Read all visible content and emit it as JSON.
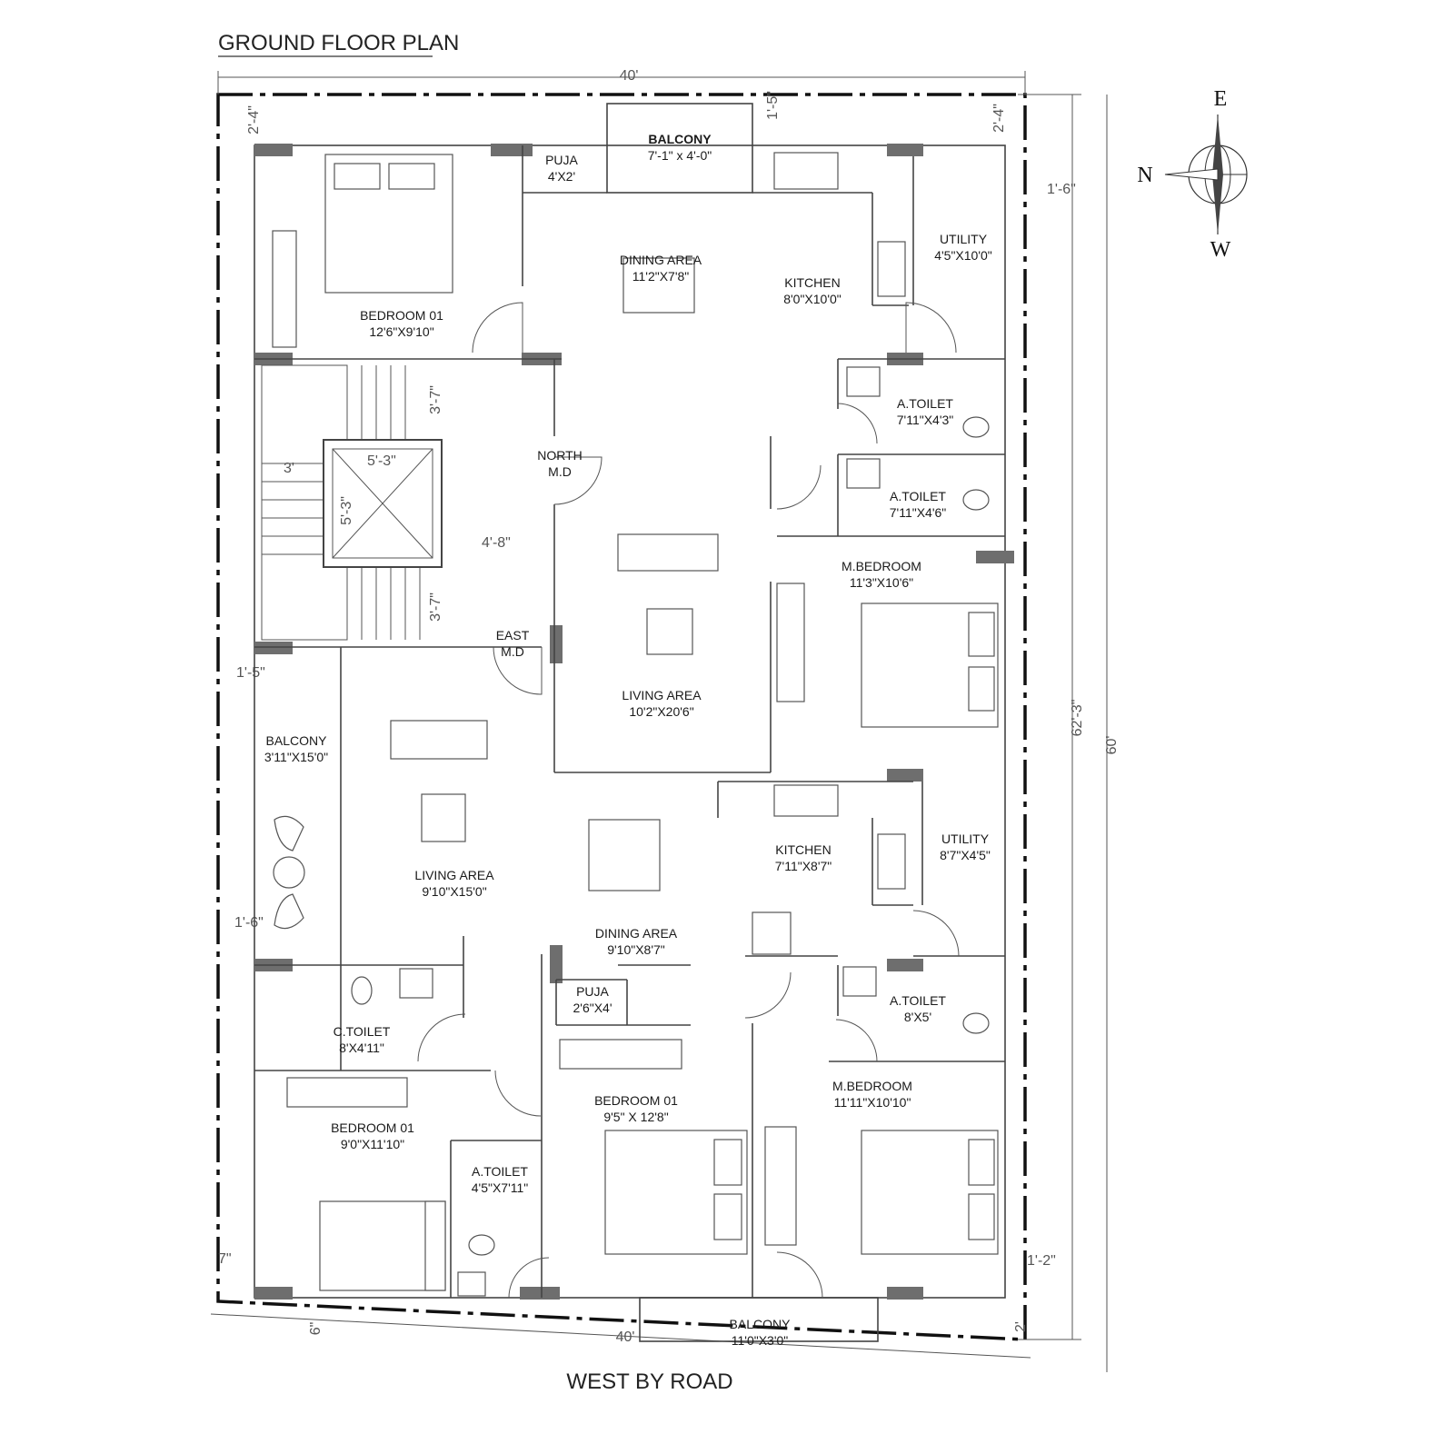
{
  "title": "GROUND FLOOR PLAN",
  "road_note": "WEST BY ROAD",
  "compass": {
    "north": "N",
    "east": "E",
    "west": "W"
  },
  "rooms": {
    "bedroom_top": {
      "name": "BEDROOM 01",
      "size": "12'6\"X9'10\""
    },
    "puja_top": {
      "name": "PUJA",
      "size": "4'X2'"
    },
    "balcony_top": {
      "name": "BALCONY",
      "size": "7'-1\" x 4'-0\""
    },
    "dining_top": {
      "name": "DINING AREA",
      "size": "11'2\"X7'8\""
    },
    "kitchen_top": {
      "name": "KITCHEN",
      "size": "8'0\"X10'0\""
    },
    "utility_top": {
      "name": "UTILITY",
      "size": "4'5\"X10'0\""
    },
    "atoilet_1": {
      "name": "A.TOILET",
      "size": "7'11\"X4'3\""
    },
    "atoilet_2": {
      "name": "A.TOILET",
      "size": "7'11\"X4'6\""
    },
    "north_md": {
      "name": "NORTH",
      "size": "M.D"
    },
    "east_md": {
      "name": "EAST",
      "size": "M.D"
    },
    "living_top": {
      "name": "LIVING AREA",
      "size": "10'2\"X20'6\""
    },
    "mbedroom_top": {
      "name": "M.BEDROOM",
      "size": "11'3\"X10'6\""
    },
    "balcony_left": {
      "name": "BALCONY",
      "size": "3'11\"X15'0\""
    },
    "living_bottom": {
      "name": "LIVING AREA",
      "size": "9'10\"X15'0\""
    },
    "kitchen_bottom": {
      "name": "KITCHEN",
      "size": "7'11\"X8'7\""
    },
    "utility_bottom": {
      "name": "UTILITY",
      "size": "8'7\"X4'5\""
    },
    "dining_bottom": {
      "name": "DINING AREA",
      "size": "9'10\"X8'7\""
    },
    "ctoilet": {
      "name": "C.TOILET",
      "size": "8'X4'11\""
    },
    "puja_bottom": {
      "name": "PUJA",
      "size": "2'6\"X4'"
    },
    "atoilet_3": {
      "name": "A.TOILET",
      "size": "8'X5'"
    },
    "bedroom_bl": {
      "name": "BEDROOM 01",
      "size": "9'0\"X11'10\""
    },
    "bedroom_bm": {
      "name": "BEDROOM 01",
      "size": "9'5\" X 12'8\""
    },
    "mbedroom_bottom": {
      "name": "M.BEDROOM",
      "size": "11'11\"X10'10\""
    },
    "atoilet_4": {
      "name": "A.TOILET",
      "size": "4'5\"X7'11\""
    },
    "balcony_bottom": {
      "name": "BALCONY",
      "size": "11'0\"X3'0\""
    }
  },
  "dimensions": {
    "top_width": "40'",
    "bottom_width": "40'",
    "right_inner": "62'-3\"",
    "right_outer": "60'",
    "tl_offset": "2'-4\"",
    "tr_offset": "2'-4\"",
    "balcony_projection": "1'-5\"",
    "right_step": "1'-6\"",
    "stair_width": "3'",
    "lift_w": "5'-3\"",
    "lift_h": "5'-3\"",
    "landing_top": "3'-7\"",
    "landing_bottom": "3'-7\"",
    "lobby": "4'-8\"",
    "left_offset_1": "1'-5\"",
    "left_offset_2": "1'-6\"",
    "bl_offset": "7\"",
    "bl_bottom": "6\"",
    "br_offset": "1'-2\"",
    "br_bottom": "2'"
  }
}
